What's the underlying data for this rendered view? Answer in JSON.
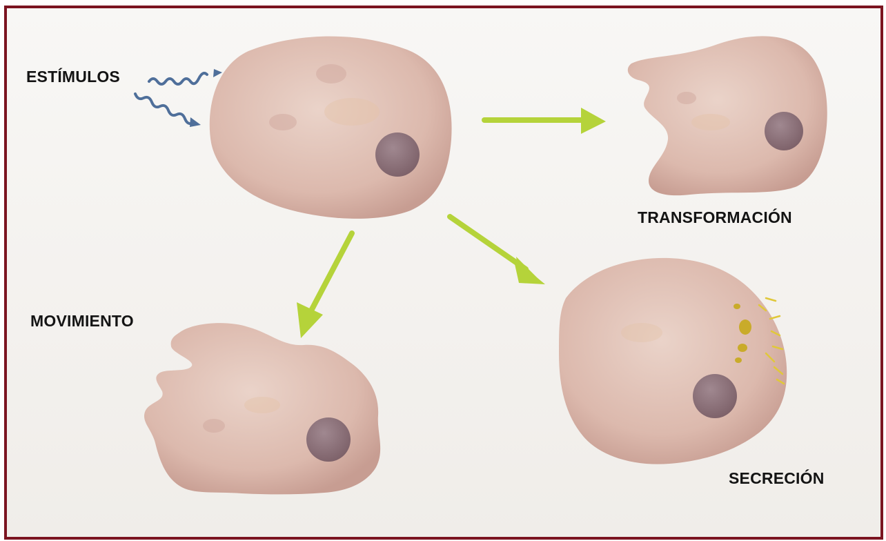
{
  "labels": {
    "stimuli": "ESTÍMULOS",
    "transformation": "TRANSFORMACIÓN",
    "movement": "MOVIMIENTO",
    "secretion": "SECRECIÓN"
  },
  "colors": {
    "frame": "#7b1420",
    "cell_fill": "#dcb9ad",
    "nucleus": "#8c7078",
    "arrow": "#b5d33a",
    "stimulus_wave": "#4f6f9a",
    "secretion_granules": "#d9bf2a"
  }
}
